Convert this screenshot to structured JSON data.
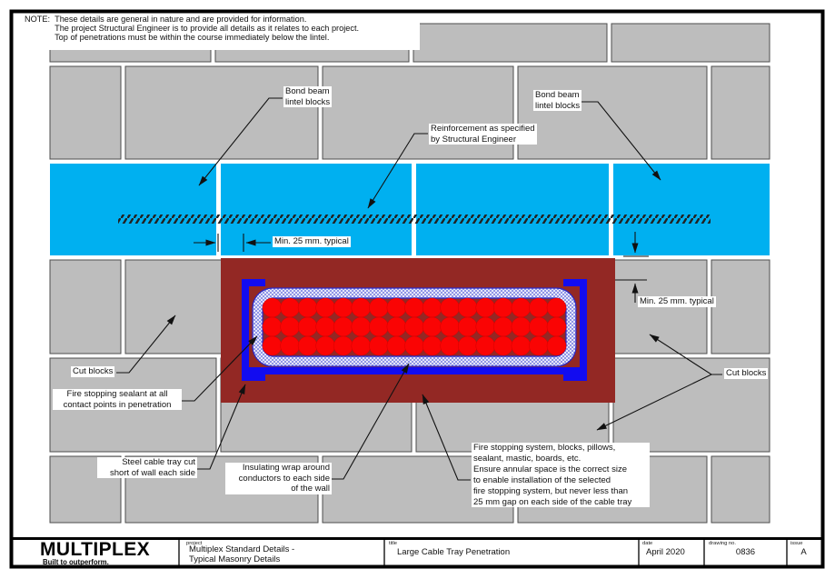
{
  "drawing": {
    "note": {
      "prefix": "NOTE:",
      "text": "These details are general in nature and are provided for information.\nThe project Structural Engineer is to provide all details as it relates to each project.\nTop of penetrations must be within the course immediately below the lintel."
    },
    "callouts": {
      "bond_beam_left": "Bond beam\nlintel blocks",
      "bond_beam_right": "Bond beam\nlintel blocks",
      "reinforcement": "Reinforcement as specified\nby Structural Engineer",
      "min25_left": "Min. 25 mm. typical",
      "min25_right": "Min. 25 mm. typical",
      "cut_blocks_left": "Cut blocks",
      "cut_blocks_right": "Cut blocks",
      "fire_sealant": "Fire stopping sealant at all\ncontact points in penetration",
      "steel_tray": "Steel cable tray cut\nshort of wall each side",
      "insulating_wrap": "Insulating wrap around\nconductors to each side\nof the wall",
      "fire_system": "Fire stopping system, blocks, pillows,\nsealant, mastic, boards, etc.\nEnsure annular space is the correct size\nto enable installation of the selected\nfire stopping system, but never less than\n25 mm gap on each side of the cable tray"
    },
    "colors": {
      "block_grey": "#bdbdbd",
      "bond_beam_cyan": "#00b0f0",
      "fire_stopping_maroon": "#932824",
      "cable_tray_blue": "#120cf0",
      "conductor_red": "#fa0404",
      "wrap_hatch_blue": "#7d84e2"
    }
  },
  "titleblock": {
    "logo": "MULTIPLEX",
    "tagline": "Built to outperform.",
    "project_label": "project",
    "project_value": "Multiplex Standard Details -\nTypical Masonry Details",
    "title_label": "title",
    "title_value": "Large Cable Tray Penetration",
    "date_label": "date",
    "date_value": "April 2020",
    "drawing_no_label": "drawing no.",
    "drawing_no_value": "0836",
    "issue_label": "issue",
    "issue_value": "A"
  }
}
